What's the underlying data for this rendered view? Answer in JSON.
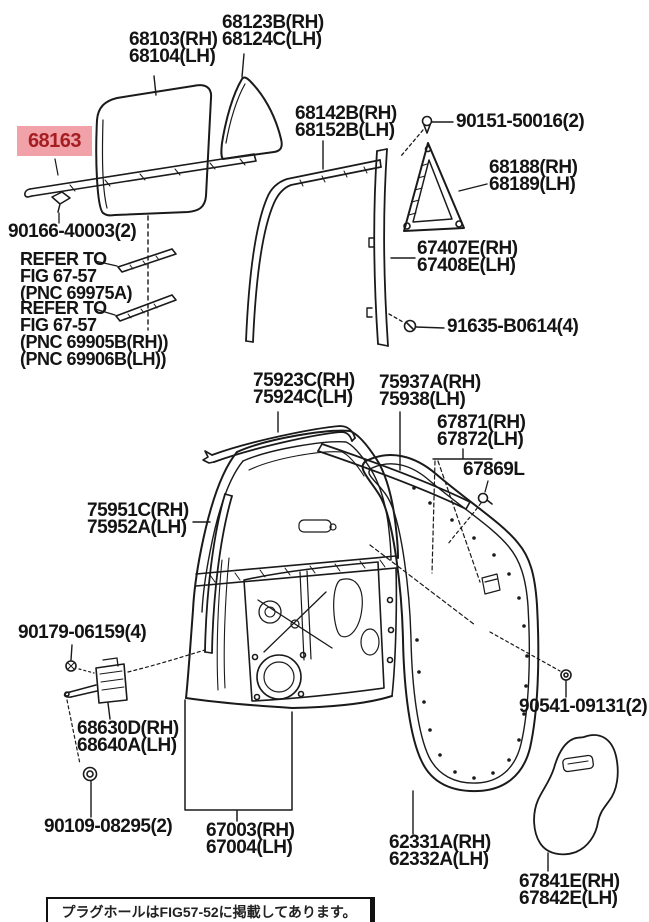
{
  "diagram": {
    "selected_part": {
      "number": "68163"
    },
    "colors": {
      "highlight_bg": "#f0a2a8",
      "highlight_text": "#a61e22",
      "line": "#1a1a1a",
      "text": "#141414",
      "background": "#ffffff"
    },
    "labels": {
      "glass_quarter": {
        "line1": "68123B(RH)",
        "line2": "68124C(LH)"
      },
      "glass_rear": {
        "line1": "68103(RH)",
        "line2": "68104(LH)"
      },
      "run_channel": {
        "line1": "68142B(RH)",
        "line2": "68152B(LH)"
      },
      "screw_90151": {
        "line1": "90151-50016(2)"
      },
      "ws_quarter": {
        "line1": "68188(RH)",
        "line2": "68189(LH)"
      },
      "division_bar": {
        "line1": "67407E(RH)",
        "line2": "67408E(LH)"
      },
      "screw_91635": {
        "line1": "91635-B0614(4)"
      },
      "clip_90166": {
        "line1": "90166-40003(2)"
      },
      "refer1": {
        "line1": "REFER TO",
        "line2": "FIG 67-57",
        "line3": "(PNC 69975A)"
      },
      "refer2": {
        "line1": "REFER TO",
        "line2": "FIG 67-57",
        "line3": "(PNC 69905B(RH))",
        "line4": "(PNC 69906B(LH))"
      },
      "molding_upper": {
        "line1": "75923C(RH)",
        "line2": "75924C(LH)"
      },
      "molding_rear": {
        "line1": "75937A(RH)",
        "line2": "75938(LH)"
      },
      "retainer": {
        "line1": "67871(RH)",
        "line2": "67872(LH)"
      },
      "clip_67869": {
        "line1": "67869L"
      },
      "molding_front": {
        "line1": "75951C(RH)",
        "line2": "75952A(LH)"
      },
      "bolt_90179": {
        "line1": "90179-06159(4)"
      },
      "door_check": {
        "line1": "68630D(RH)",
        "line2": "68640A(LH)"
      },
      "bolt_90109": {
        "line1": "90109-08295(2)"
      },
      "door_panel": {
        "line1": "67003(RH)",
        "line2": "67004(LH)"
      },
      "ws_door": {
        "line1": "62331A(RH)",
        "line2": "62332A(LH)"
      },
      "screw_90541": {
        "line1": "90541-09131(2)"
      },
      "service_cover": {
        "line1": "67841E(RH)",
        "line2": "67842E(LH)"
      }
    },
    "footer": {
      "note": "プラグホールはFIG57-52に掲載してあります。"
    }
  }
}
